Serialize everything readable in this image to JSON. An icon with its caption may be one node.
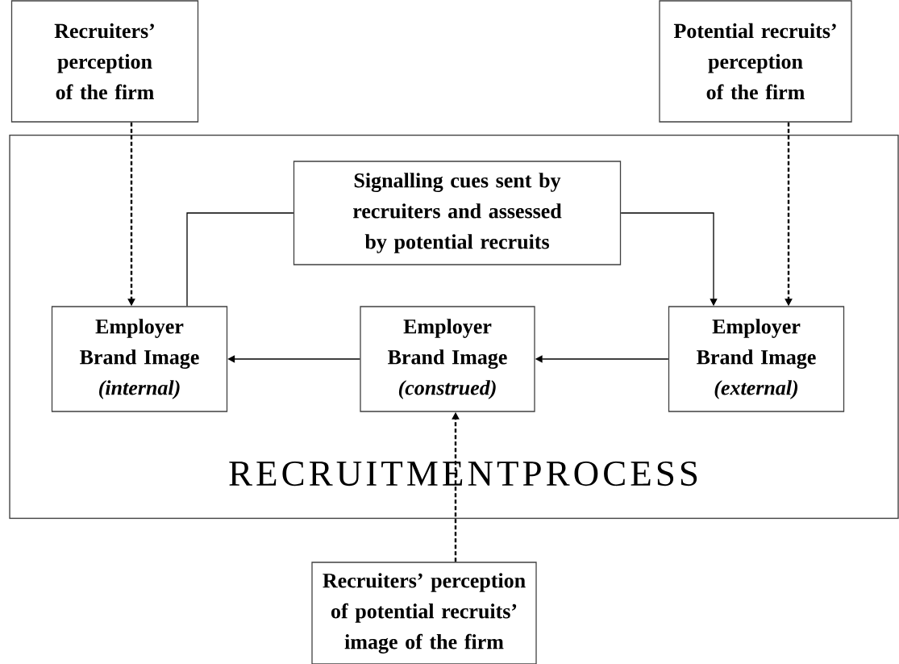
{
  "diagram": {
    "nodes": [
      {
        "text": [
          "Recruiters’ perception of the firm"
        ]
      },
      {
        "text": [
          "Potential recruits’ perception of the firm"
        ]
      },
      {
        "text": [
          "RECRUITMENTPROCESS"
        ]
      },
      {
        "text": [
          "Signalling cues sent by recruiters and assessed by potential recruits"
        ],
        "in": 2
      },
      {
        "text": [
          "Employer Brand Image *(internal)*"
        ],
        "in": 2
      },
      {
        "text": [
          "Employer Brand Image *(construed)*"
        ],
        "in": 2
      },
      {
        "text": [
          "Employer Brand Image *(external)*"
        ],
        "in": 2
      },
      {
        "text": [
          "Recruiters’ perception of potential recruits’ image of the firm"
        ]
      }
    ],
    "edges": [
      {
        "from": 0,
        "to": 4,
        "arrow": "to",
        "style": "dashed"
      },
      {
        "from": 1,
        "to": 6,
        "arrow": "to",
        "style": "dashed"
      },
      {
        "from": 3,
        "to": 4,
        "arrow": "none"
      },
      {
        "from": 3,
        "to": 6,
        "arrow": "to"
      },
      {
        "from": 6,
        "to": 5,
        "arrow": "to"
      },
      {
        "from": 5,
        "to": 4,
        "arrow": "to"
      },
      {
        "from": 7,
        "to": 5,
        "arrow": "to",
        "style": "dashed"
      }
    ]
  }
}
